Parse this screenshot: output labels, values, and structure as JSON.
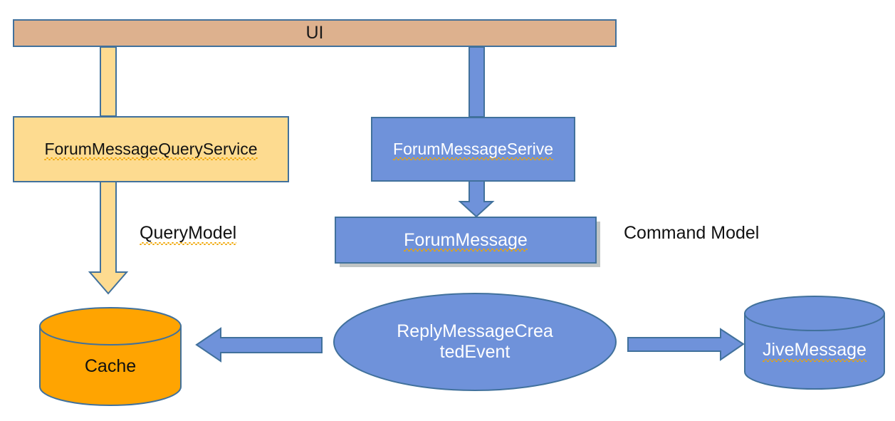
{
  "diagram": {
    "title_bar": {
      "label": "UI",
      "fill": "#DDB18E",
      "stroke": "#41719C"
    },
    "query_side": {
      "service_box": {
        "label": "ForumMessageQueryService",
        "fill": "#FDDB90",
        "stroke": "#41719C",
        "spellcheck_underline": true
      },
      "model_label": {
        "label": "QueryModel",
        "spellcheck_underline": true
      },
      "store": {
        "label": "Cache",
        "fill": "#FFA401",
        "stroke": "#41719C",
        "shape": "cylinder",
        "spellcheck_underline": false
      },
      "arrow_color": "#FDDB90"
    },
    "command_side": {
      "service_box": {
        "label": "ForumMessageSerive",
        "fill": "#6F92DA",
        "stroke": "#41719C",
        "spellcheck_underline": true
      },
      "entity_box": {
        "label": "ForumMessage",
        "fill": "#6F92DA",
        "stroke": "#41719C",
        "spellcheck_underline": true,
        "has_shadow": true
      },
      "model_label": {
        "label": "Command Model",
        "spellcheck_underline": false
      },
      "event_ellipse": {
        "label_line1": "ReplyMessageCrea",
        "label_line2": "tedEvent",
        "fill": "#6F92DA",
        "stroke": "#41719C",
        "shape": "ellipse"
      },
      "store": {
        "label": "JiveMessage",
        "fill": "#6F92DA",
        "stroke": "#41719C",
        "shape": "cylinder",
        "spellcheck_underline": true
      },
      "arrow_color": "#6F92DA"
    },
    "connectors": [
      {
        "name": "ui-to-query-service",
        "direction": "down",
        "color": "#FDDB90",
        "arrowhead": false
      },
      {
        "name": "ui-to-command-service",
        "direction": "down",
        "color": "#6F92DA",
        "arrowhead": false
      },
      {
        "name": "query-service-to-cache",
        "direction": "down",
        "color": "#FDDB90",
        "arrowhead": true
      },
      {
        "name": "command-service-to-entity",
        "direction": "down",
        "color": "#6F92DA",
        "arrowhead": true
      },
      {
        "name": "event-to-cache",
        "direction": "left",
        "color": "#6F92DA",
        "arrowhead": true
      },
      {
        "name": "event-to-jivemessage",
        "direction": "right",
        "color": "#6F92DA",
        "arrowhead": true
      }
    ]
  }
}
